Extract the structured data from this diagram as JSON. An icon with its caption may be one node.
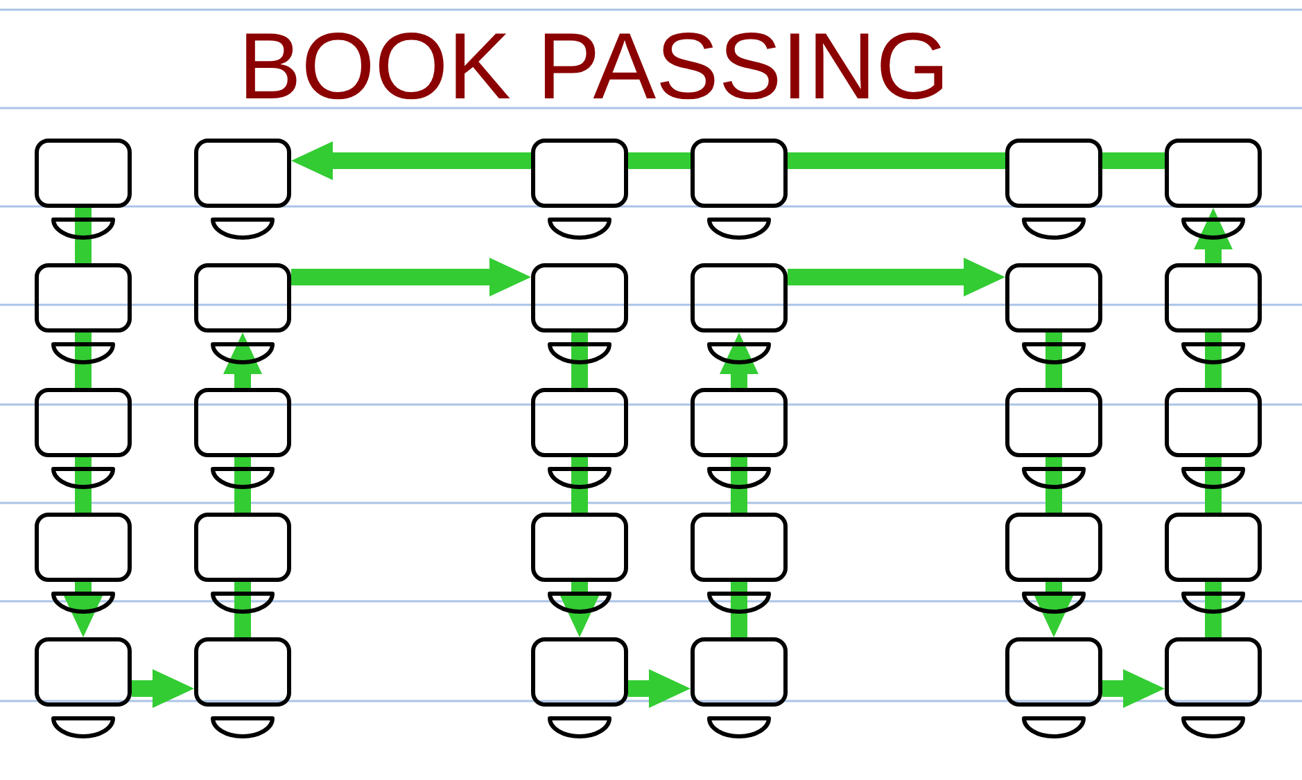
{
  "diagram": {
    "title": "BOOK PASSING",
    "nodes": [
      {
        "text": [],
        "shape": "box"
      },
      {
        "text": [],
        "shape": "box"
      },
      {
        "text": [],
        "shape": "box"
      },
      {
        "text": [],
        "shape": "box"
      },
      {
        "text": [],
        "shape": "box"
      },
      {
        "text": [],
        "shape": "box"
      },
      {
        "text": [],
        "shape": "box"
      },
      {
        "text": [],
        "shape": "box"
      },
      {
        "text": [],
        "shape": "box"
      },
      {
        "text": [],
        "shape": "box"
      },
      {
        "text": [],
        "shape": "box"
      },
      {
        "text": [],
        "shape": "box"
      },
      {
        "text": [],
        "shape": "box"
      },
      {
        "text": [],
        "shape": "box"
      },
      {
        "text": [],
        "shape": "box"
      },
      {
        "text": [],
        "shape": "box"
      },
      {
        "text": [],
        "shape": "box"
      },
      {
        "text": [],
        "shape": "box"
      },
      {
        "text": [],
        "shape": "box"
      },
      {
        "text": [],
        "shape": "box"
      },
      {
        "text": [],
        "shape": "box"
      },
      {
        "text": [],
        "shape": "box"
      },
      {
        "text": [],
        "shape": "box"
      },
      {
        "text": [],
        "shape": "box"
      },
      {
        "text": [],
        "shape": "box"
      },
      {
        "text": [],
        "shape": "box"
      },
      {
        "text": [],
        "shape": "box"
      },
      {
        "text": [],
        "shape": "box"
      },
      {
        "text": [],
        "shape": "box"
      },
      {
        "text": [],
        "shape": "box"
      }
    ],
    "edges": [
      {
        "from": 0,
        "to": 6,
        "arrow": "none"
      },
      {
        "from": 6,
        "to": 12,
        "arrow": "none"
      },
      {
        "from": 12,
        "to": 18,
        "arrow": "none"
      },
      {
        "from": 18,
        "to": 24,
        "arrow": "to"
      },
      {
        "from": 24,
        "to": 25,
        "arrow": "to"
      },
      {
        "from": 25,
        "to": 19,
        "arrow": "none"
      },
      {
        "from": 19,
        "to": 13,
        "arrow": "none"
      },
      {
        "from": 13,
        "to": 7,
        "arrow": "to"
      },
      {
        "from": 7,
        "to": 8,
        "arrow": "to"
      },
      {
        "from": 8,
        "to": 14,
        "arrow": "none"
      },
      {
        "from": 14,
        "to": 20,
        "arrow": "none"
      },
      {
        "from": 20,
        "to": 26,
        "arrow": "to"
      },
      {
        "from": 26,
        "to": 27,
        "arrow": "to"
      },
      {
        "from": 27,
        "to": 21,
        "arrow": "none"
      },
      {
        "from": 21,
        "to": 15,
        "arrow": "none"
      },
      {
        "from": 15,
        "to": 9,
        "arrow": "to"
      },
      {
        "from": 9,
        "to": 10,
        "arrow": "to"
      },
      {
        "from": 10,
        "to": 16,
        "arrow": "none"
      },
      {
        "from": 16,
        "to": 22,
        "arrow": "none"
      },
      {
        "from": 22,
        "to": 28,
        "arrow": "to"
      },
      {
        "from": 28,
        "to": 29,
        "arrow": "to"
      },
      {
        "from": 29,
        "to": 23,
        "arrow": "none"
      },
      {
        "from": 23,
        "to": 17,
        "arrow": "none"
      },
      {
        "from": 17,
        "to": 11,
        "arrow": "none"
      },
      {
        "from": 11,
        "to": 5,
        "arrow": "to"
      },
      {
        "from": 5,
        "to": 4,
        "arrow": "none"
      },
      {
        "from": 4,
        "to": 3,
        "arrow": "none"
      },
      {
        "from": 3,
        "to": 2,
        "arrow": "none"
      },
      {
        "from": 2,
        "to": 1,
        "arrow": "to"
      }
    ]
  }
}
